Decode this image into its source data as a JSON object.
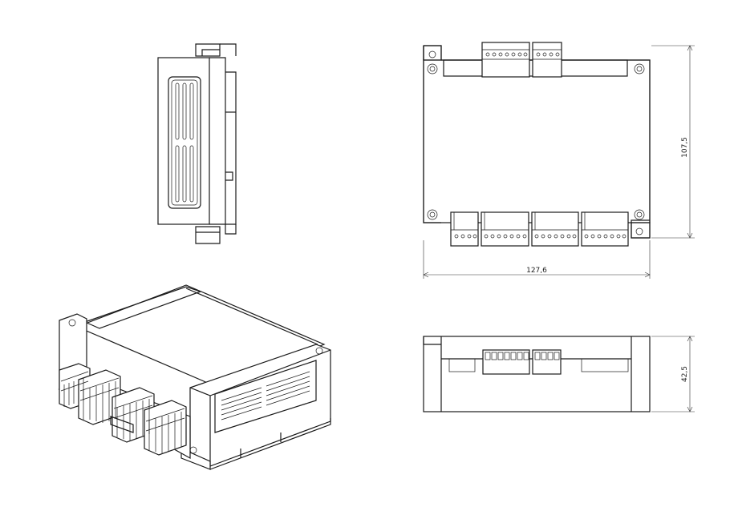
{
  "drawing": {
    "dimensions": {
      "width": "127,6",
      "height": "107,5",
      "depth": "42,5"
    }
  }
}
